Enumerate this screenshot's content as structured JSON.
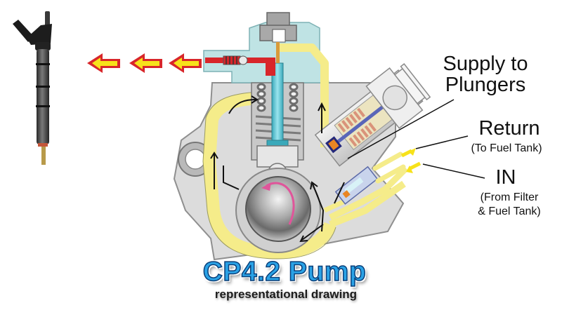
{
  "title": {
    "main": "CP4.2 Pump",
    "subtitle": "representational drawing"
  },
  "labels": {
    "supply": {
      "line1": "Supply to",
      "line2": "Plungers"
    },
    "return": {
      "main": "Return",
      "sub": "(To Fuel Tank)"
    },
    "in": {
      "main": "IN",
      "sub_line1": "(From Filter",
      "sub_line2": "& Fuel Tank)"
    }
  },
  "components": {
    "injector": "fuel-injector",
    "pump_body": "pump-housing",
    "plunger": "high-pressure-plunger",
    "camshaft": "camshaft-eccentric",
    "metering_valve": "fuel-metering-solenoid",
    "outlet_check_valve": "outlet-check-valve",
    "inlet_fitting": "inlet-fitting",
    "return_fitting": "return-fitting"
  },
  "flow_arrows": {
    "high_pressure_count": 3,
    "direction": "left"
  },
  "colors": {
    "fuel_low_pressure": "#f5ec8a",
    "fuel_high_pressure": "#d8262a",
    "arrow_fill": "#f7e21a",
    "arrow_outline": "#d8262a",
    "housing": "#dedede",
    "housing_outline": "#9a9a9a",
    "head": "#bfe3e4",
    "plunger": "#5cc8d6",
    "title_blue": "#2aa2e6",
    "rotation_arrow": "#e0559a"
  }
}
